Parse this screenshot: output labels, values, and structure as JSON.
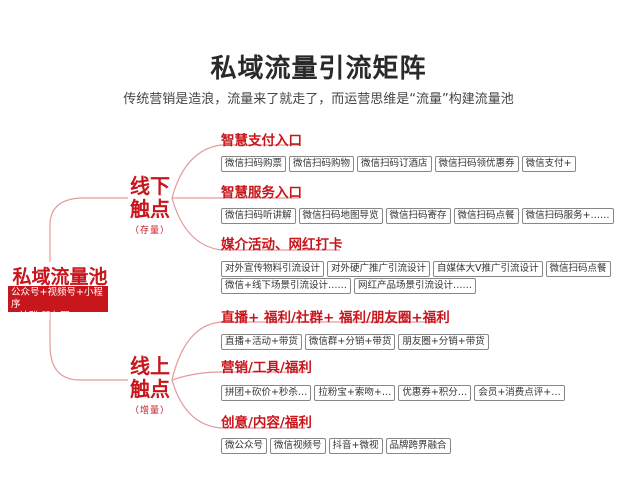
{
  "title": "私域流量引流矩阵",
  "subtitle": "传统营销是造浪，流量来了就走了，而运营思维是“流量”构建流量池",
  "root": {
    "title": "私域流量池",
    "lines": [
      "公众号+视频号+小程序",
      "+社群/朋友圈"
    ]
  },
  "branches": [
    {
      "line1": "线下",
      "line2": "触点",
      "tag": "（存量）"
    },
    {
      "line1": "线上",
      "line2": "触点",
      "tag": "（增量）"
    }
  ],
  "categories": [
    {
      "title": "智慧支付入口",
      "rows": [
        [
          "微信扫码购票",
          "微信扫码购物",
          "微信扫码订酒店",
          "微信扫码领优惠券",
          "微信支付+"
        ]
      ]
    },
    {
      "title": "智慧服务入口",
      "rows": [
        [
          "微信扫码听讲解",
          "微信扫码地图导览",
          "微信扫码寄存",
          "微信扫码点餐",
          "微信扫码服务+……"
        ]
      ]
    },
    {
      "title": "媒介活动、网红打卡",
      "rows": [
        [
          "对外宣传物料引流设计",
          "对外硬广推广引流设计",
          "自媒体大V推广引流设计",
          "微信扫码点餐"
        ],
        [
          "微信+线下场景引流设计……",
          "网红产品场景引流设计……"
        ]
      ]
    },
    {
      "title": "直播+  福利/社群+  福利/朋友圈+福利",
      "rows": [
        [
          "直播+活动+带货",
          "微信群+分销+带货",
          "朋友圈+分销+带货"
        ]
      ]
    },
    {
      "title": "营销/工具/福利",
      "rows": [
        [
          "拼团+砍价+秒杀…",
          "拉粉宝+索吻+…",
          "优惠券+积分…",
          "会员+消费点评+…"
        ]
      ]
    },
    {
      "title": "创意/内容/福利",
      "rows": [
        [
          "微公众号",
          "微信视频号",
          "抖音+微视",
          "品牌跨界融合"
        ]
      ]
    }
  ],
  "colors": {
    "accent": "#c8161d",
    "connector": "#e59a9d",
    "chip_border": "#888888"
  }
}
